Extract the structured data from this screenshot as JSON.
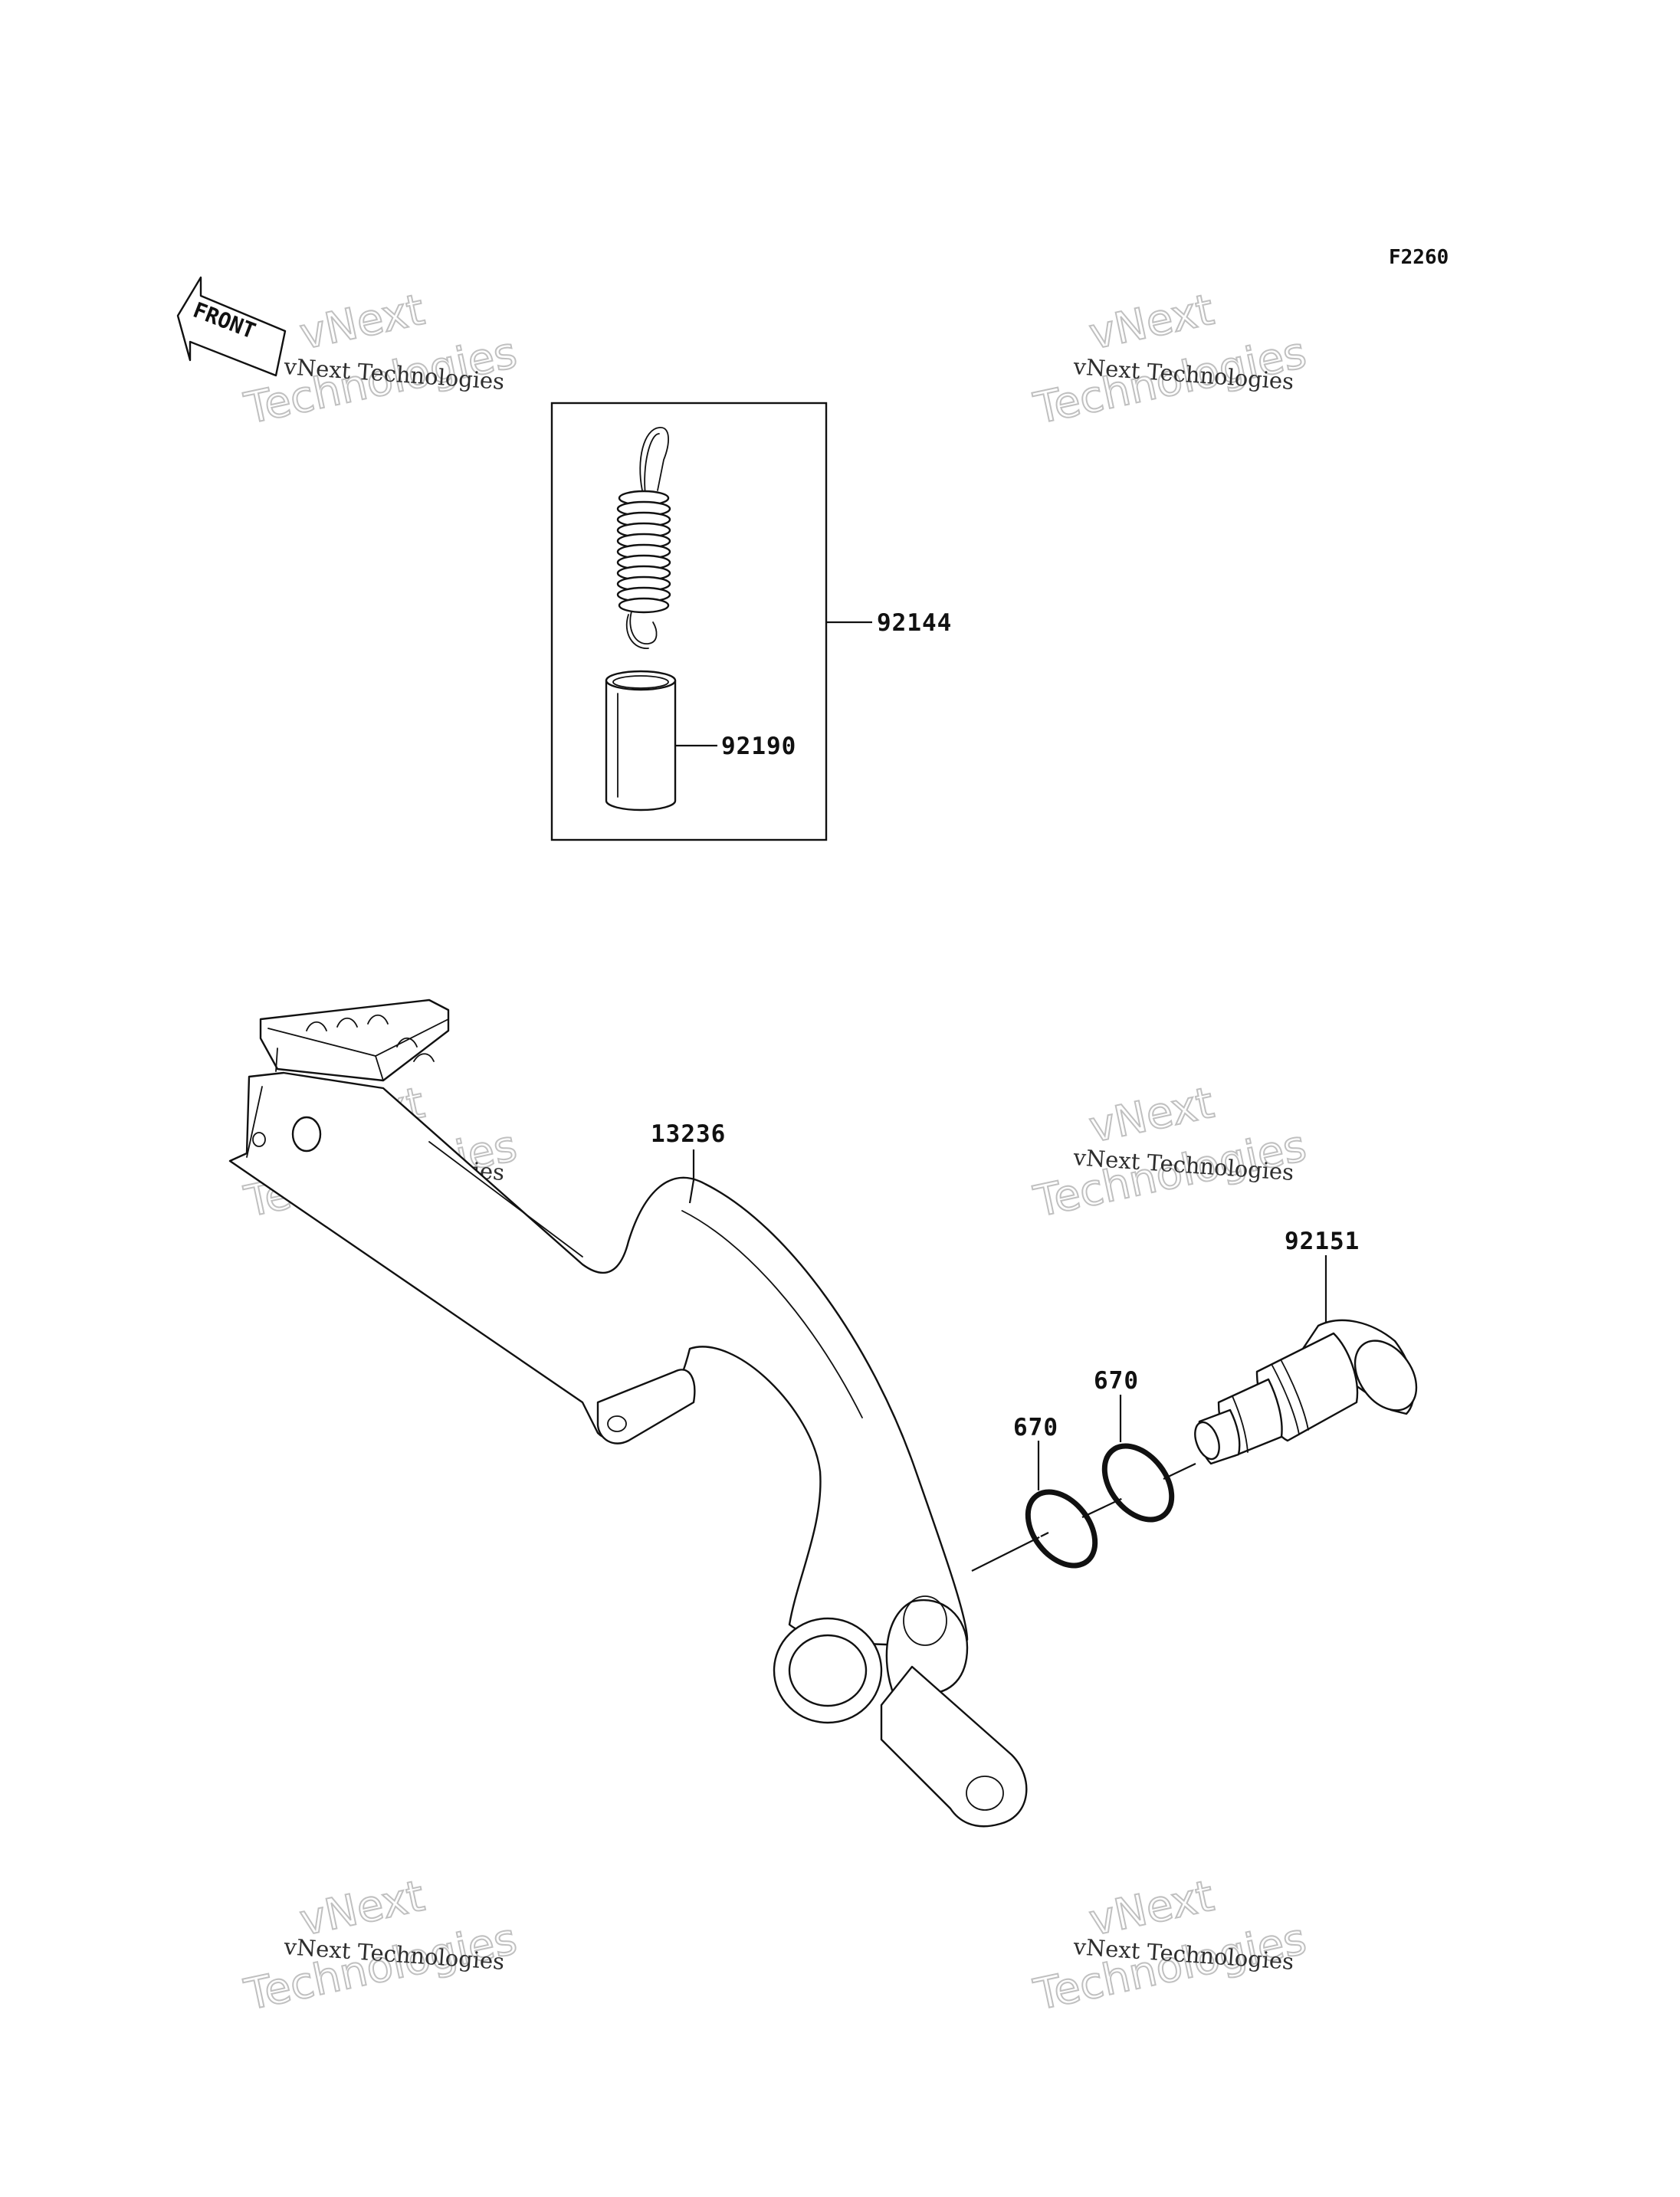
{
  "figure_code": "F2260",
  "front_marker": {
    "label": "FRONT",
    "icon": "front-direction-arrow-icon"
  },
  "watermark": {
    "line1": "vNext Technologies",
    "big_word1": "vNext",
    "big_word2": "Technologies"
  },
  "parts": [
    {
      "number": "92144",
      "name": "spring"
    },
    {
      "number": "92190",
      "name": "collar"
    },
    {
      "number": "13236",
      "name": "brake pedal"
    },
    {
      "number": "92151",
      "name": "pivot bolt"
    },
    {
      "number": "670",
      "name": "o-ring"
    },
    {
      "number": "670",
      "name": "o-ring"
    }
  ]
}
